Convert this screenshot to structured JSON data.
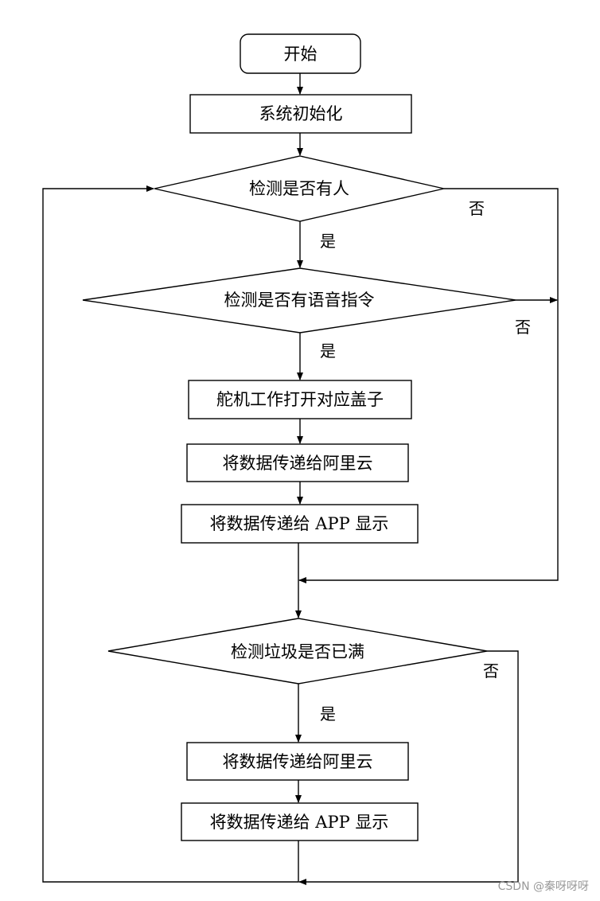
{
  "nodes": {
    "start": "开始",
    "init": "系统初始化",
    "detect_person": "检测是否有人",
    "detect_voice": "检测是否有语音指令",
    "servo_open": "舵机工作打开对应盖子",
    "send_cloud_1": "将数据传递给阿里云",
    "send_app_1": "将数据传递给 APP 显示",
    "detect_full": "检测垃圾是否已满",
    "send_cloud_2": "将数据传递给阿里云",
    "send_app_2": "将数据传递给 APP 显示"
  },
  "edges": {
    "yes_person": "是",
    "no_person": "否",
    "yes_voice": "是",
    "no_voice": "否",
    "yes_full": "是",
    "no_full": "否"
  },
  "watermark": "CSDN @秦呀呀呀"
}
